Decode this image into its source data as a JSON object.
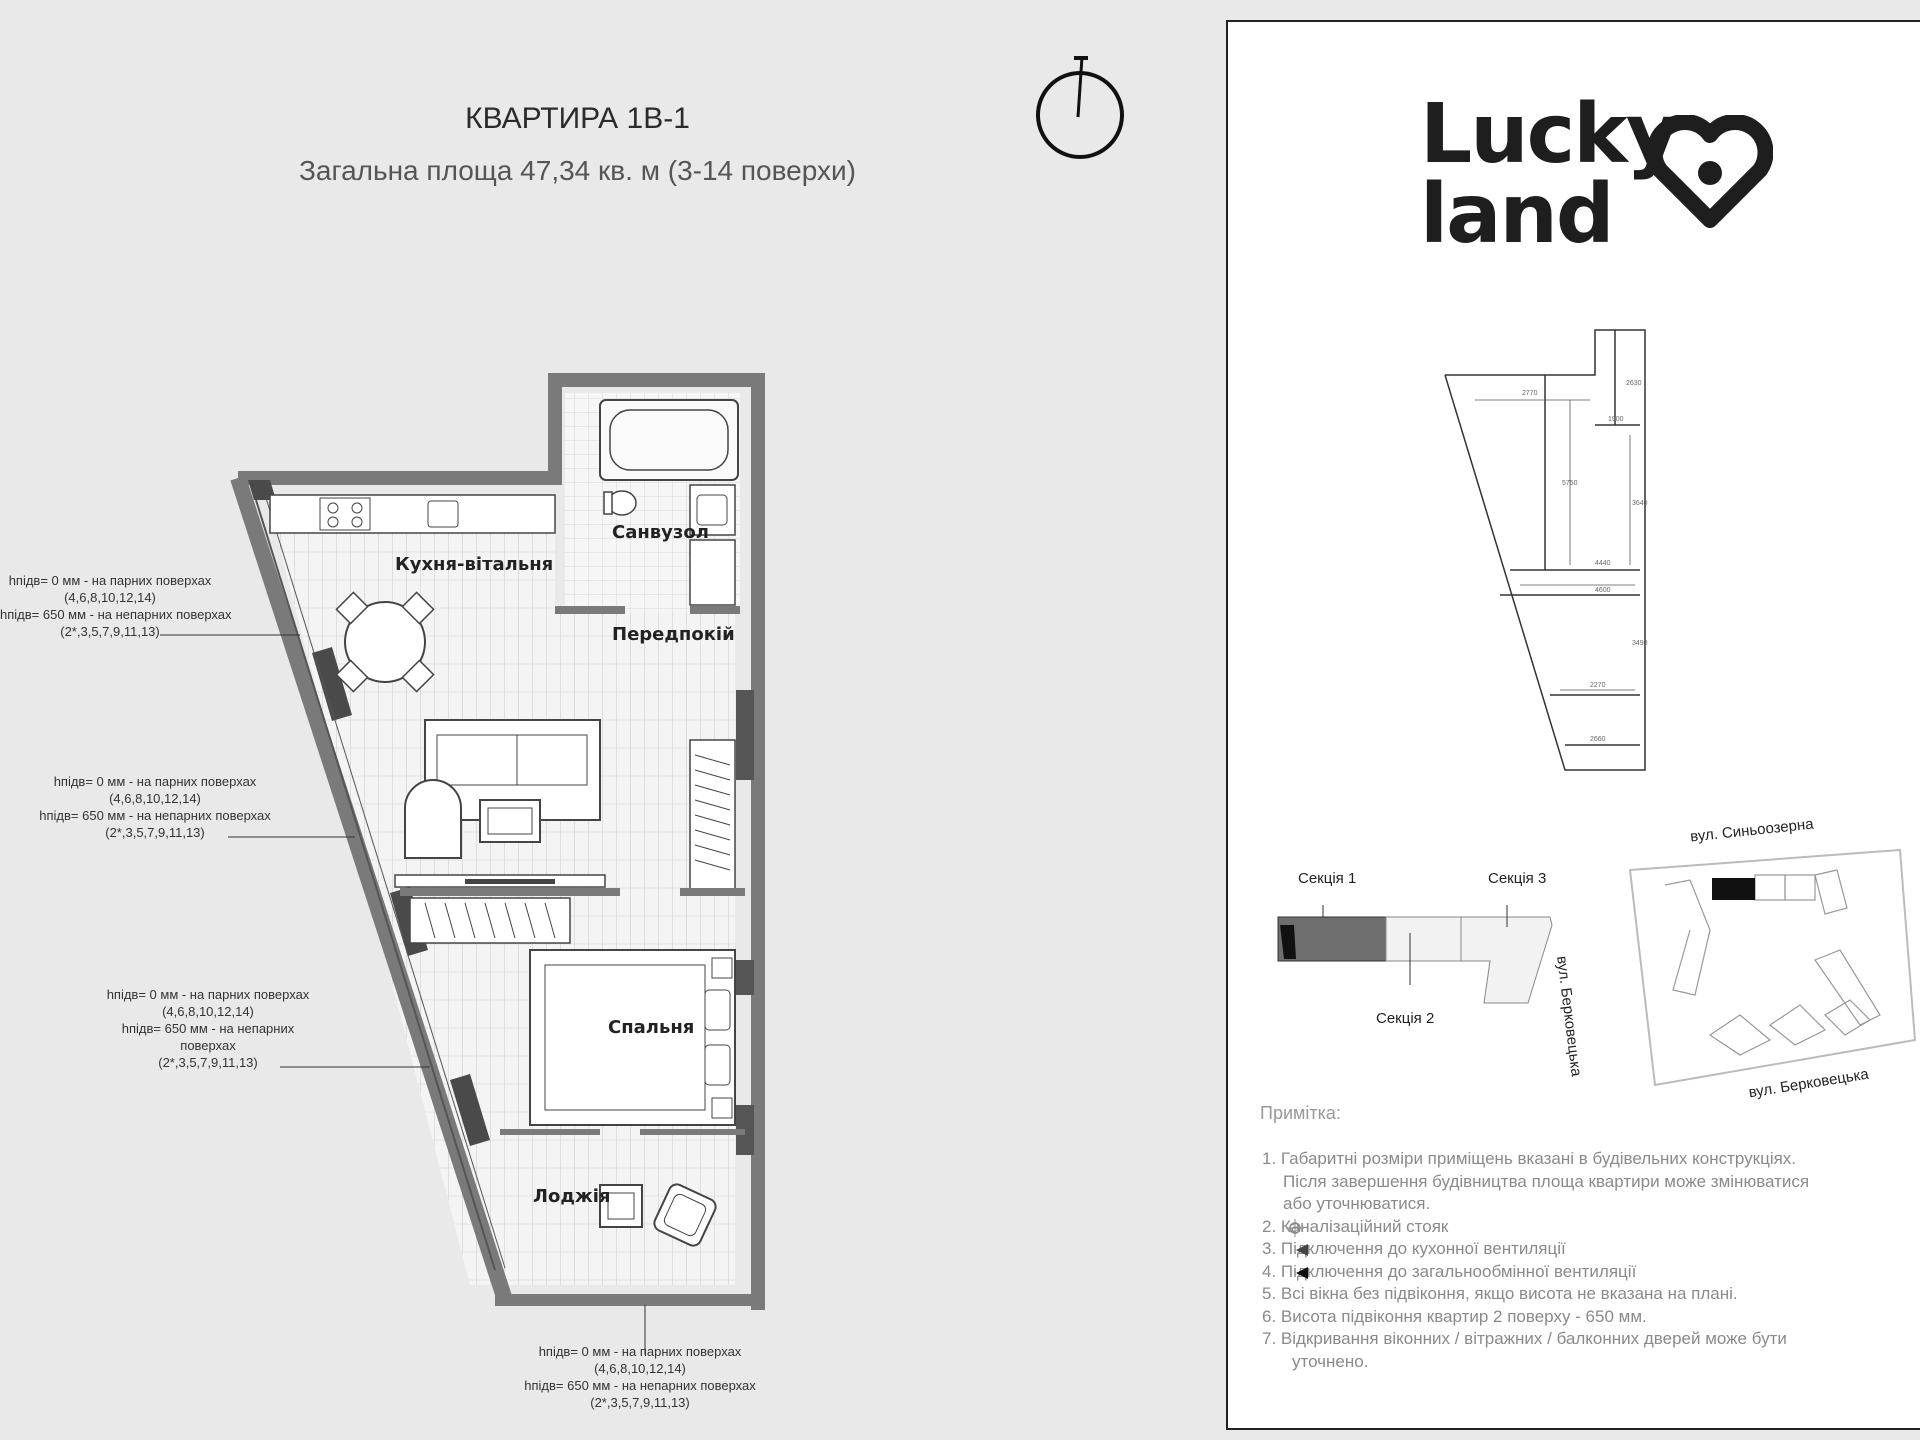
{
  "header": {
    "title": "КВАРТИРА 1В-1",
    "subtitle": "Загальна площа 47,34 кв. м (3-14 поверхи)"
  },
  "rooms": {
    "kitchen": "Кухня-вітальня",
    "bathroom": "Санвузол",
    "hallway": "Передпокій",
    "bedroom": "Спальня",
    "loggia": "Лоджія"
  },
  "sill_notes": [
    {
      "l1": "hпідв= 0 мм - на парних поверхах",
      "l2": "(4,6,8,10,12,14)",
      "l3": "hпідв= 650 мм - на непарних поверхах",
      "l4": "(2*,3,5,7,9,11,13)"
    },
    {
      "l1": "hпідв= 0 мм - на парних поверхах",
      "l2": "(4,6,8,10,12,14)",
      "l3": "hпідв= 650 мм - на непарних поверхах",
      "l4": "(2*,3,5,7,9,11,13)"
    },
    {
      "l1": "hпідв= 0 мм - на парних поверхах",
      "l2": "(4,6,8,10,12,14)",
      "l3": "hпідв= 650 мм - на непарних",
      "l4": "поверхах",
      "l5": "(2*,3,5,7,9,11,13)"
    },
    {
      "l1": "hпідв= 0 мм - на парних поверхах",
      "l2": "(4,6,8,10,12,14)",
      "l3": "hпідв= 650 мм - на непарних поверхах",
      "l4": "(2*,3,5,7,9,11,13)"
    }
  ],
  "logo": {
    "line1": "Lucky",
    "line2": "land"
  },
  "small_plan_dims": [
    "2770",
    "1900",
    "2630",
    "5750",
    "3640",
    "4440",
    "4600",
    "3490",
    "2270",
    "2660"
  ],
  "sections": {
    "s1": "Секція 1",
    "s2": "Секція 2",
    "s3": "Секція 3"
  },
  "streets": {
    "north": "вул. Синьоозерна",
    "west": "вул. Берковецька",
    "south": "вул. Берковецька"
  },
  "notes": {
    "title": "Примітка:",
    "items": [
      "1. Габаритні розміри приміщень вказані в будівельних конструкціях.",
      "Після завершення будівництва площа квартири може змінюватися",
      "або уточнюватися.",
      "2.   Каналізаційний стояк",
      "3.   Підключення до кухонної вентиляції",
      "4.   Підключення до загальнообмінної вентиляції",
      "5. Всі вікна без підвіконня, якщо висота не вказана на плані.",
      "6. Висота підвіконня  квартир 2 поверху - 650 мм.",
      "7. Відкривання віконних / вітражних / балконних дверей може бути",
      "уточнено."
    ]
  },
  "colors": {
    "background": "#e9e9e9",
    "wall": "#7a7a7a",
    "panel": "#ffffff",
    "section_dark": "#6e6e6e",
    "building_black": "#111111"
  }
}
